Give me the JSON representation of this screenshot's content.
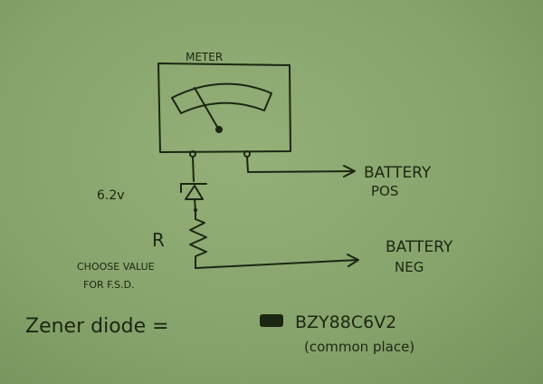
{
  "meter": {
    "label": "METER"
  },
  "labels": {
    "battery_pos_line1": "BATTERY",
    "battery_pos_line2": "POS",
    "battery_neg_line1": "BATTERY",
    "battery_neg_line2": "NEG",
    "zener_voltage": "6.2v",
    "resistor": "R",
    "choose_line1": "CHOOSE VALUE",
    "choose_line2": "FOR F.S.D."
  },
  "note": {
    "zener_label": "Zener diode =",
    "part_number": "BZY88C6V2",
    "remark": "(common place)"
  },
  "colors": {
    "paper": "#87a46d",
    "ink": "#1c2612"
  }
}
